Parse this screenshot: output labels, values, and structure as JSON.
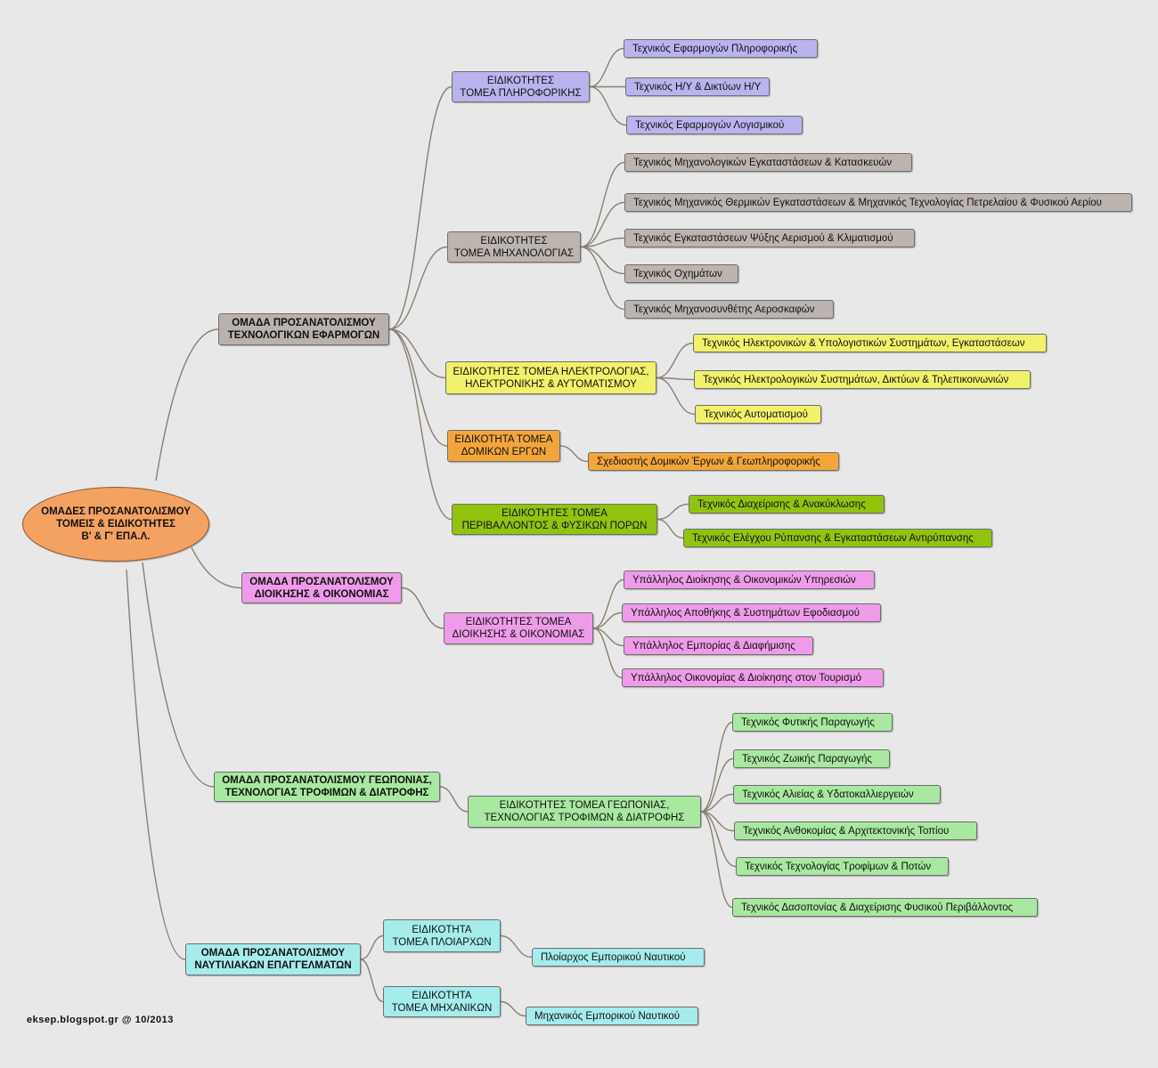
{
  "colors": {
    "root": "#f4a262",
    "group": "#b9b1ac",
    "informatics": "#b9b4ee",
    "mechanical": "#bcb4ae",
    "electrical": "#f1f16a",
    "construction": "#f2a63a",
    "environment": "#92c40e",
    "administration": "#ee9ce9",
    "agriculture": "#a8e8a0",
    "maritime": "#a5ecec",
    "line": "#8a8070"
  },
  "root": {
    "label": "ΟΜΑΔΕΣ ΠΡΟΣΑΝΑΤΟΛΙΣΜΟΥ\nΤΟΜΕΙΣ & ΕΙΔΙΚΟΤΗΤΕΣ\nΒ' & Γ' ΕΠΑ.Λ."
  },
  "groups": [
    {
      "label": "ΟΜΑΔΑ ΠΡΟΣΑΝΑΤΟΛΙΣΜΟΥ\nΤΕΧΝΟΛΟΓΙΚΩΝ ΕΦΑΡΜΟΓΩΝ",
      "color": "group",
      "sectors": [
        {
          "label": "ΕΙΔΙΚΟΤΗΤΕΣ\nΤΟΜΕΑ ΠΛΗΡΟΦΟΡΙΚΗΣ",
          "color": "informatics",
          "specialties": [
            "Τεχνικός Εφαρμογών Πληροφορικής",
            "Τεχνικός Η/Υ & Δικτύων Η/Υ",
            "Τεχνικός Εφαρμογών Λογισμικού"
          ]
        },
        {
          "label": "ΕΙΔΙΚΟΤΗΤΕΣ\nΤΟΜΕΑ ΜΗΧΑΝΟΛΟΓΙΑΣ",
          "color": "mechanical",
          "specialties": [
            "Τεχνικός Μηχανολογικών Εγκαταστάσεων & Κατασκευών",
            "Τεχνικός Μηχανικός Θερμικών Εγκαταστάσεων & Μηχανικός Τεχνολογίας Πετρελαίου & Φυσικού Αερίου",
            "Τεχνικός Εγκαταστάσεων Ψύξης Αερισμού & Κλιματισμού",
            "Τεχνικός Οχημάτων",
            "Τεχνικός Μηχανοσυνθέτης Αεροσκαφών"
          ]
        },
        {
          "label": "ΕΙΔΙΚΟΤΗΤΕΣ ΤΟΜΕΑ ΗΛΕΚΤΡΟΛΟΓΙΑΣ,\nΗΛΕΚΤΡΟΝΙΚΗΣ & ΑΥΤΟΜΑΤΙΣΜΟΥ",
          "color": "electrical",
          "specialties": [
            "Τεχνικός Ηλεκτρονικών & Υπολογιστικών Συστημάτων, Εγκαταστάσεων",
            "Τεχνικός Ηλεκτρολογικών Συστημάτων, Δικτύων & Τηλεπικοινωνιών",
            "Τεχνικός Αυτοματισμού"
          ]
        },
        {
          "label": "ΕΙΔΙΚΟΤΗΤΑ ΤΟΜΕΑ\nΔΟΜΙΚΩΝ ΕΡΓΩΝ",
          "color": "construction",
          "specialties": [
            "Σχεδιαστής Δομικών Έργων & Γεωπληροφορικής"
          ]
        },
        {
          "label": "ΕΙΔΙΚΟΤΗΤΕΣ ΤΟΜΕΑ\nΠΕΡΙΒΑΛΛΟΝΤΟΣ & ΦΥΣΙΚΩΝ ΠΟΡΩΝ",
          "color": "environment",
          "specialties": [
            "Τεχνικός Διαχείρισης & Ανακύκλωσης",
            "Τεχνικός Ελέγχου Ρύπανσης & Εγκαταστάσεων Αντιρύπανσης"
          ]
        }
      ]
    },
    {
      "label": "ΟΜΑΔΑ ΠΡΟΣΑΝΑΤΟΛΙΣΜΟΥ\nΔΙΟΙΚΗΣΗΣ & ΟΙΚΟΝΟΜΙΑΣ",
      "color": "administration",
      "sectors": [
        {
          "label": "ΕΙΔΙΚΟΤΗΤΕΣ ΤΟΜΕΑ\nΔΙΟΙΚΗΣΗΣ & ΟΙΚΟΝΟΜΙΑΣ",
          "color": "administration",
          "specialties": [
            "Υπάλληλος Διοίκησης & Οικονομικών Υπηρεσιών",
            "Υπάλληλος Αποθήκης & Συστημάτων Εφοδιασμού",
            "Υπάλληλος Εμπορίας & Διαφήμισης",
            "Υπάλληλος Οικονομίας & Διοίκησης στον Τουρισμό"
          ]
        }
      ]
    },
    {
      "label": "ΟΜΑΔΑ ΠΡΟΣΑΝΑΤΟΛΙΣΜΟΥ ΓΕΩΠΟΝΙΑΣ,\nΤΕΧΝΟΛΟΓΙΑΣ ΤΡΟΦΙΜΩΝ & ΔΙΑΤΡΟΦΗΣ",
      "color": "agriculture",
      "sectors": [
        {
          "label": "ΕΙΔΙΚΟΤΗΤΕΣ ΤΟΜΕΑ ΓΕΩΠΟΝΙΑΣ,\nΤΕΧΝΟΛΟΓΙΑΣ ΤΡΟΦΙΜΩΝ & ΔΙΑΤΡΟΦΗΣ",
          "color": "agriculture",
          "specialties": [
            "Τεχνικός Φυτικής Παραγωγής",
            "Τεχνικός Ζωικής Παραγωγής",
            "Τεχνικός Αλιείας & Υδατοκαλλιεργειών",
            "Τεχνικός Ανθοκομίας & Αρχιτεκτονικής Τοπίου",
            "Τεχνικός Τεχνολογίας Τροφίμων & Ποτών",
            "Τεχνικός Δασοπονίας & Διαχείρισης Φυσικού Περιβάλλοντος"
          ]
        }
      ]
    },
    {
      "label": "ΟΜΑΔΑ ΠΡΟΣΑΝΑΤΟΛΙΣΜΟΥ\nΝΑΥΤΙΛΙΑΚΩΝ ΕΠΑΓΓΕΛΜΑΤΩΝ",
      "color": "maritime",
      "sectors": [
        {
          "label": "ΕΙΔΙΚΟΤΗΤΑ\nΤΟΜΕΑ ΠΛΟΙΑΡΧΩΝ",
          "color": "maritime",
          "specialties": [
            "Πλοίαρχος Εμπορικού Ναυτικού"
          ]
        },
        {
          "label": "ΕΙΔΙΚΟΤΗΤΑ\nΤΟΜΕΑ ΜΗΧΑΝΙΚΩΝ",
          "color": "maritime",
          "specialties": [
            "Μηχανικός Εμπορικού Ναυτικού"
          ]
        }
      ]
    }
  ],
  "credit": "eksep.blogspot.gr @ 10/2013"
}
